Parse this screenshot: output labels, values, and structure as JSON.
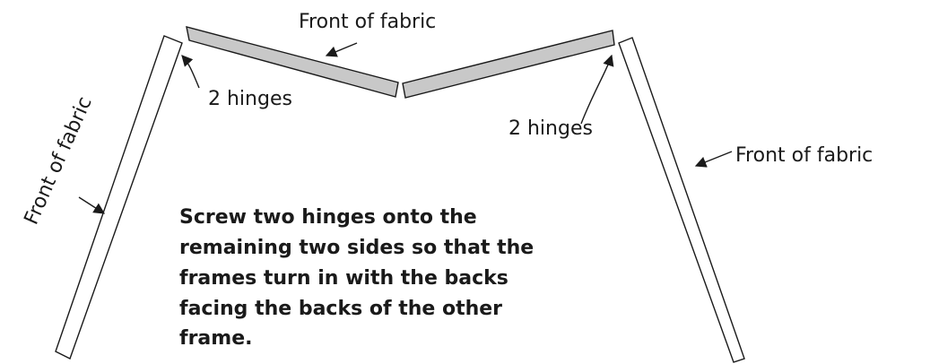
{
  "labels": {
    "front_top": "Front of fabric",
    "front_left": "Front of fabric",
    "front_right": "Front of fabric",
    "hinges_left": "2 hinges",
    "hinges_right": "2 hinges"
  },
  "instructions": [
    "Screw two hinges onto the",
    "remaining two sides so that the",
    "frames turn in with the backs",
    "facing the backs of the other",
    "frame."
  ],
  "colors": {
    "panel_fill": "#c8c8c8",
    "stroke": "#1a1a1a",
    "background": "#ffffff"
  }
}
